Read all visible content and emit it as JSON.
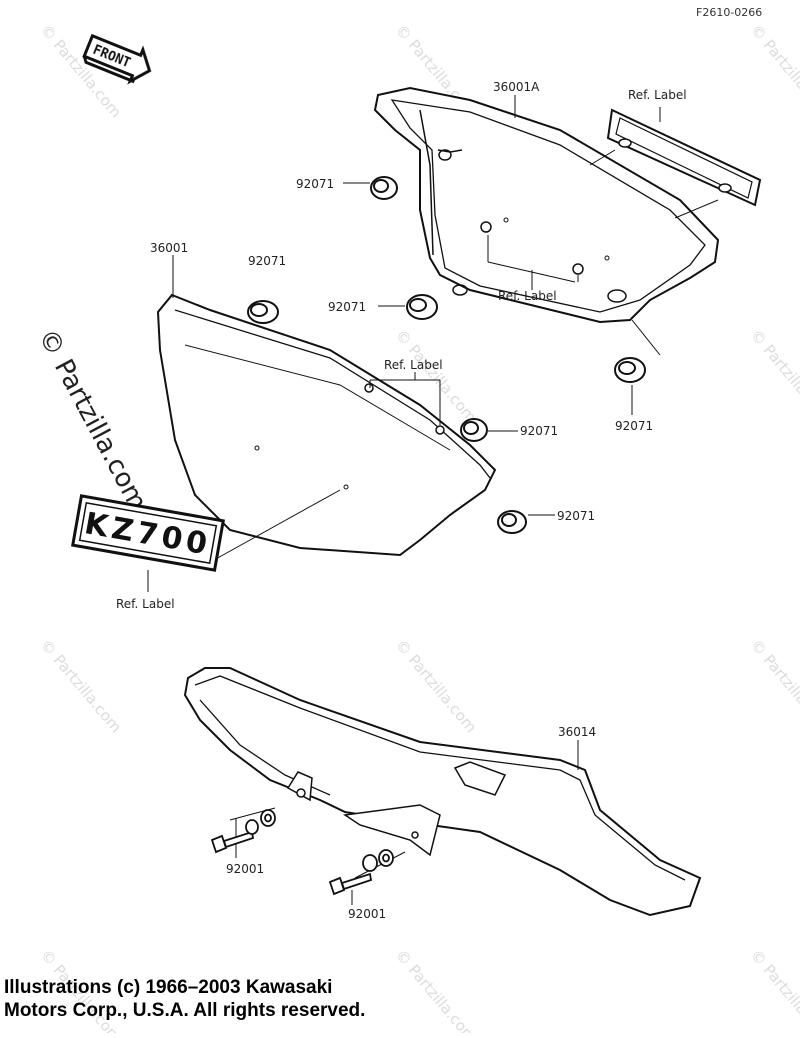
{
  "diagram_code": "F2610-0266",
  "front_arrow_text": "FRONT",
  "emblem_text": "KZ700",
  "watermark_text": "© Partzilla.com",
  "parts": {
    "right_cover": "36001A",
    "left_cover": "36001",
    "chain_guard": "36014",
    "grommet": "92071",
    "bolt": "92001",
    "ref_label": "Ref. Label"
  },
  "copyright": {
    "line1": "Illustrations (c) 1966–2003 Kawasaki",
    "line2": "Motors Corp., U.S.A.  All rights reserved."
  }
}
